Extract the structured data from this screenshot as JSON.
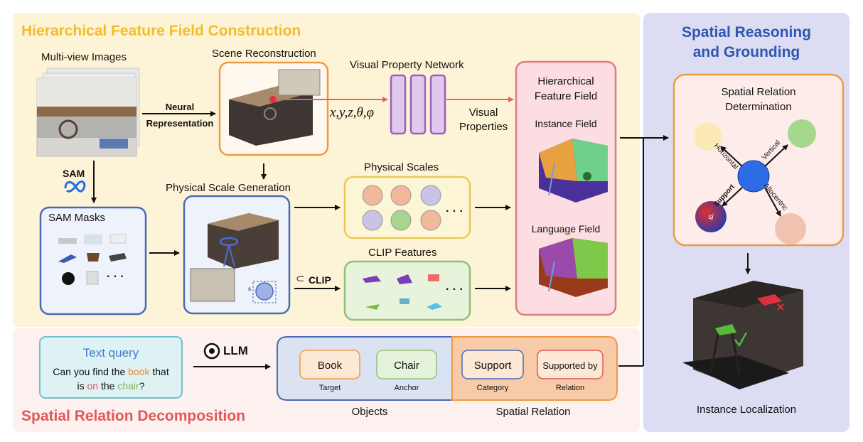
{
  "colors": {
    "top_panel": "#fdf3d6",
    "bottom_panel": "#fdf1ef",
    "right_panel": "#dcdcf3",
    "title_yellow": "#f3bc2c",
    "title_red": "#e2585a",
    "title_blue": "#2f56b0",
    "arrow_red": "#e86060",
    "orange_border": "#ee9a45",
    "blue_border": "#4a6bb5",
    "yellow_border": "#ecc95a",
    "green_border": "#8fc079",
    "pink_border": "#e07a8a",
    "teal_border": "#72c1c8"
  },
  "sections": {
    "construction_title": "Hierarchical Feature Field Construction",
    "decomposition_title": "Spatial Relation Decomposition",
    "reasoning_title_line1": "Spatial Reasoning",
    "reasoning_title_line2": "and Grounding"
  },
  "construction": {
    "multiview_label": "Multi-view Images",
    "neural_line1": "Neural",
    "neural_line2": "Representation",
    "scene_recon_label": "Scene Reconstruction",
    "vpn_label": "Visual Property Network",
    "coords_label": "x,y,z,θ,φ",
    "visual_line1": "Visual",
    "visual_line2": "Properties",
    "sam_label": "SAM",
    "sam_masks_label": "SAM Masks",
    "sam_masks_ellipsis": "· · ·",
    "psg_label": "Physical Scale Generation",
    "physical_scales_label": "Physical Scales",
    "physical_scales_ellipsis": "· · ·",
    "clip_label": "CLIP",
    "clip_features_label": "CLIP Features",
    "clip_features_ellipsis": "· · ·",
    "scale_s_label": "s",
    "hff_line1": "Hierarchical",
    "hff_line2": "Feature Field",
    "instance_field_label": "Instance Field",
    "language_field_label": "Language Field"
  },
  "decomposition": {
    "text_query_title": "Text query",
    "query_line1_a": "Can you find the ",
    "query_line1_b": "book",
    "query_line1_c": " that",
    "query_line2_a": "is ",
    "query_line2_b": "on",
    "query_line2_c": " the ",
    "query_line2_d": "chair",
    "query_line2_e": "?",
    "llm_label": "LLM",
    "book_label": "Book",
    "target_label": "Target",
    "chair_label": "Chair",
    "anchor_label": "Anchor",
    "objects_label": "Objects",
    "support_label": "Support",
    "category_label": "Category",
    "supported_by_label": "Supported by",
    "relation_label": "Relation",
    "spatial_relation_label": "Spatial Relation"
  },
  "reasoning": {
    "srd_line1": "Spatial Relation",
    "srd_line2": "Determination",
    "horizontal": "Horizontal",
    "vertical": "Vertical",
    "support": "Support",
    "allocentric": "Allocentric",
    "sj": "sj",
    "instance_localization": "Instance Localization"
  }
}
